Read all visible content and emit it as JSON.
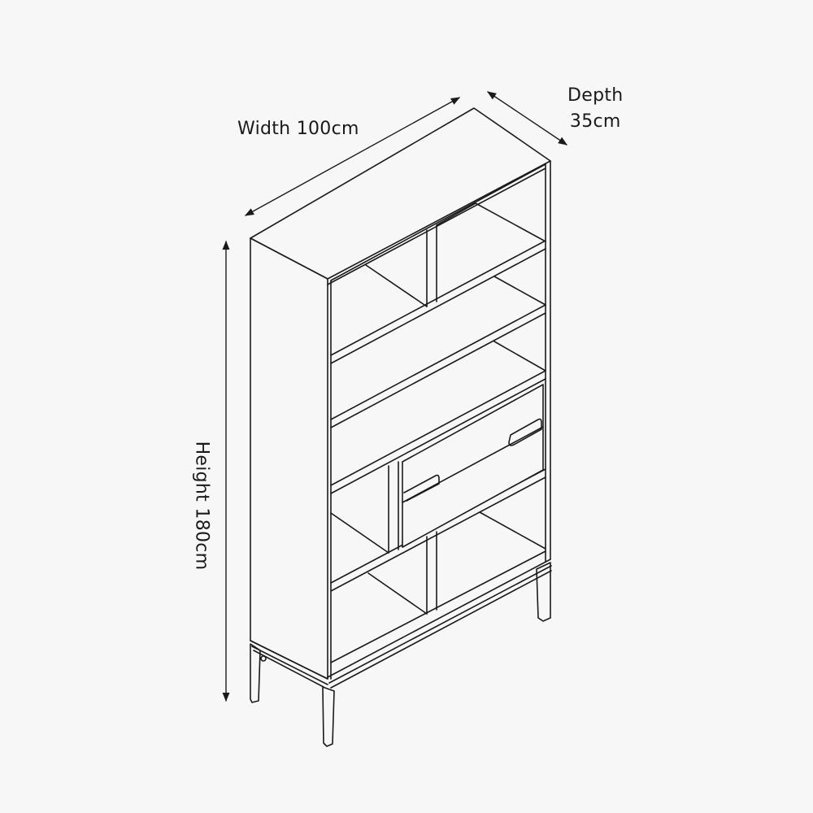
{
  "diagram": {
    "subject": "Bookcase with drawer - isometric line drawing",
    "colors": {
      "background": "#f7f7f7",
      "line": "#1a1a1a"
    }
  },
  "dimensions": {
    "width": {
      "label": "Width 100cm",
      "value": 100,
      "unit": "cm"
    },
    "depth": {
      "label_line1": "Depth",
      "label_line2": "35cm",
      "value": 35,
      "unit": "cm"
    },
    "height": {
      "label": "Height 180cm",
      "value": 180,
      "unit": "cm"
    }
  },
  "features": {
    "open_compartments": 7,
    "drawers": 1,
    "drawer_handles": 2,
    "legs": 4
  }
}
